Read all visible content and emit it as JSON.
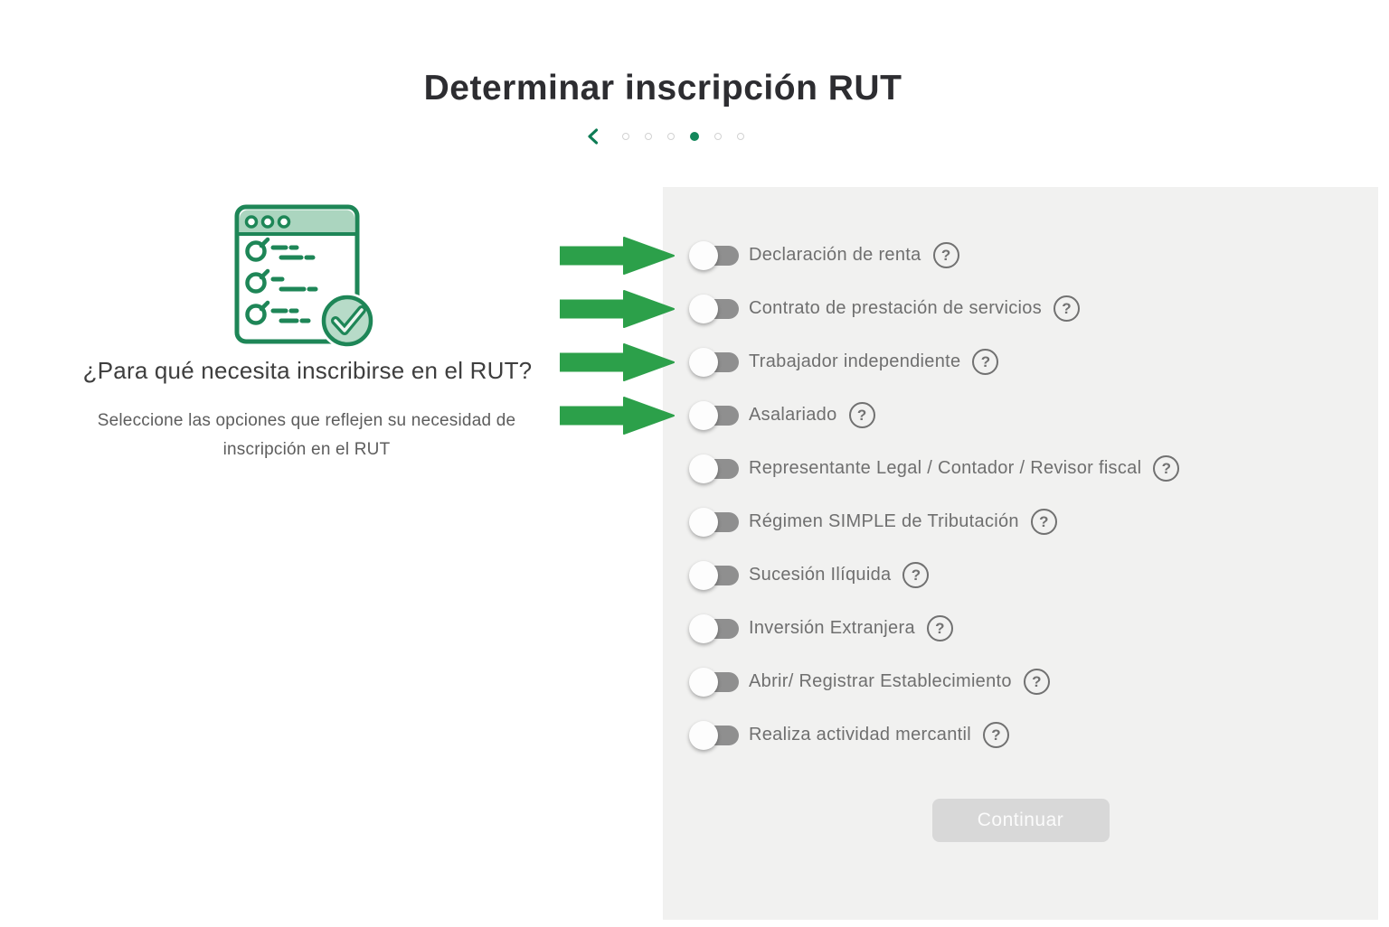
{
  "header": {
    "title": "Determinar inscripción RUT"
  },
  "stepper": {
    "dots_total": 6,
    "active_index": 3,
    "has_back_chevron": true
  },
  "intro": {
    "heading": "¿Para qué necesita inscribirse en el RUT?",
    "subtitle_line1": "Seleccione las opciones que reflejen su necesidad de",
    "subtitle_line2": "inscripción en el RUT"
  },
  "options": [
    {
      "label": "Declaración de renta",
      "enabled": false,
      "arrow_annotation": true
    },
    {
      "label": "Contrato de prestación de servicios",
      "enabled": false,
      "arrow_annotation": true
    },
    {
      "label": "Trabajador independiente",
      "enabled": false,
      "arrow_annotation": true
    },
    {
      "label": "Asalariado",
      "enabled": false,
      "arrow_annotation": true
    },
    {
      "label": "Representante Legal / Contador / Revisor fiscal",
      "enabled": false,
      "arrow_annotation": false
    },
    {
      "label": "Régimen SIMPLE de Tributación",
      "enabled": false,
      "arrow_annotation": false
    },
    {
      "label": "Sucesión Ilíquida",
      "enabled": false,
      "arrow_annotation": false
    },
    {
      "label": "Inversión Extranjera",
      "enabled": false,
      "arrow_annotation": false
    },
    {
      "label": "Abrir/ Registrar Establecimiento",
      "enabled": false,
      "arrow_annotation": false
    },
    {
      "label": "Realiza actividad mercantil",
      "enabled": false,
      "arrow_annotation": false
    }
  ],
  "help_icon_glyph": "?",
  "actions": {
    "continue_label": "Continuar",
    "continue_enabled": false
  },
  "colors": {
    "accent_green": "#1e8657",
    "arrow_green": "#2ca04a",
    "panel_background": "#f1f1f0",
    "toggle_track": "#8f8f8f",
    "disabled_button": "#d8d8d8",
    "inactive_dot_border": "#d2d2d2"
  }
}
